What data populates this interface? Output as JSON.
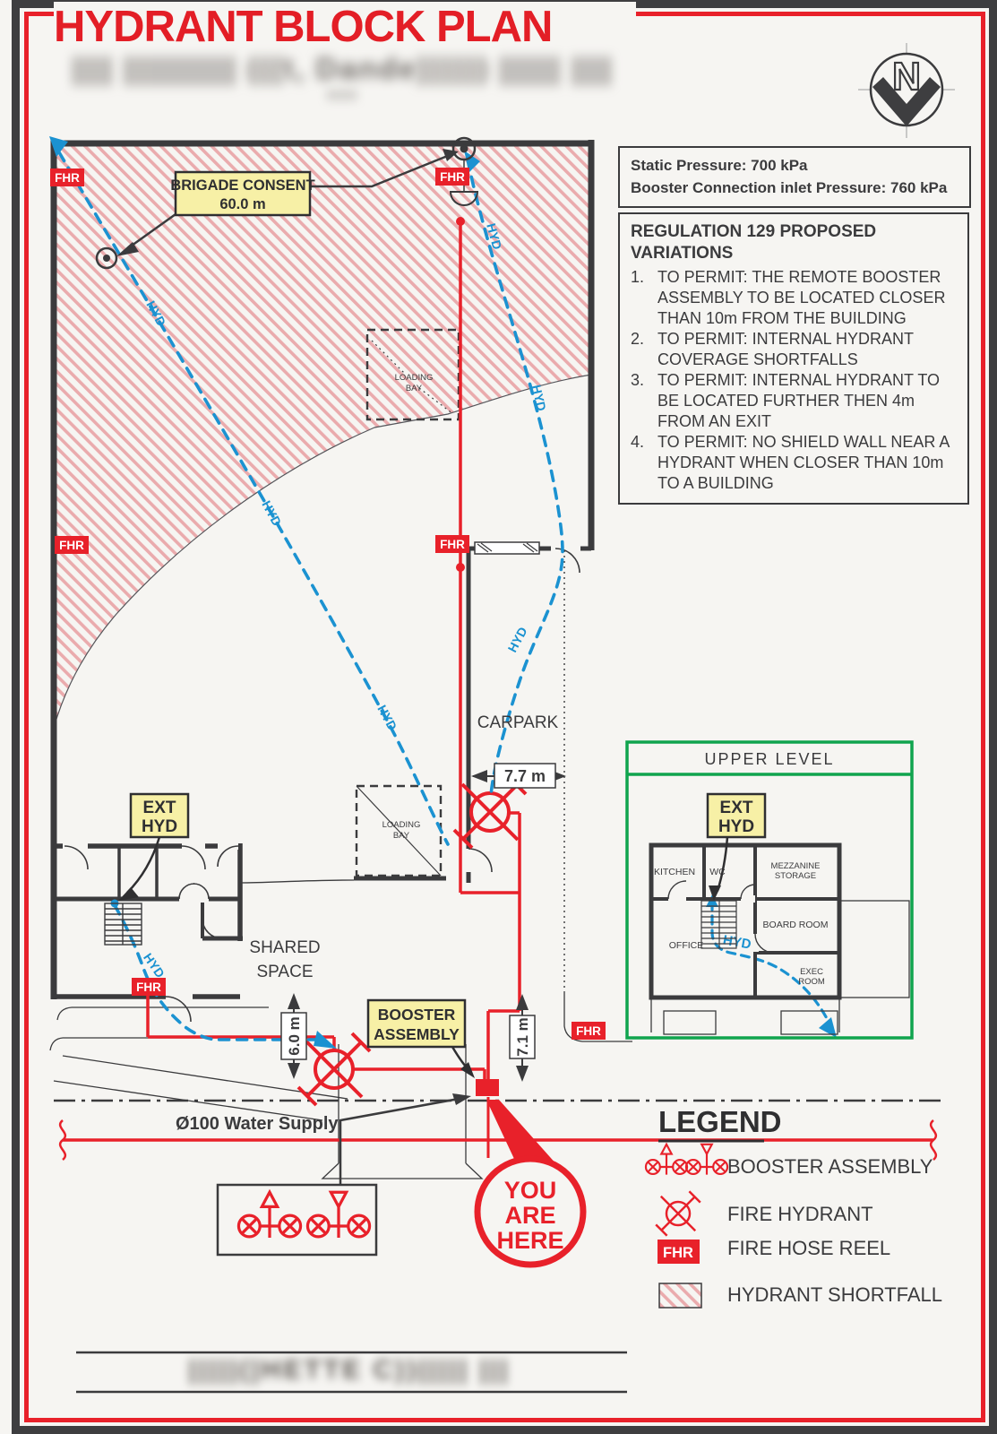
{
  "page": {
    "title": "HYDRANT BLOCK PLAN",
    "redacted_top": "|||| ||||||||||| (((t, Dande)))))) |||||| |||| |||",
    "redacted_bottom": "|||||(|HETTE C))||||| |||"
  },
  "compass": {
    "letter": "N"
  },
  "info_box": {
    "line1": "Static Pressure: 700 kPa",
    "line2": "Booster Connection inlet Pressure: 760 kPa"
  },
  "regulations": {
    "title": "REGULATION 129 PROPOSED VARIATIONS",
    "items": [
      {
        "num": "1.",
        "text": "TO PERMIT: THE REMOTE BOOSTER ASSEMBLY TO BE LOCATED CLOSER THAN 10m FROM THE BUILDING"
      },
      {
        "num": "2.",
        "text": "TO PERMIT: INTERNAL HYDRANT COVERAGE SHORTFALLS"
      },
      {
        "num": "3.",
        "text": "TO PERMIT: INTERNAL HYDRANT TO BE LOCATED FURTHER THEN 4m FROM AN EXIT"
      },
      {
        "num": "4.",
        "text": "TO PERMIT: NO SHIELD WALL NEAR A HYDRANT WHEN CLOSER THAN 10m TO A BUILDING"
      }
    ]
  },
  "plan": {
    "brigade_consent_l1": "BRIGADE CONSENT",
    "brigade_consent_l2": "60.0 m",
    "fhr": "FHR",
    "hyd": "HYD",
    "ext_hyd_l1": "EXT",
    "ext_hyd_l2": "HYD",
    "booster_l1": "BOOSTER",
    "booster_l2": "ASSEMBLY",
    "carpark": "CARPARK",
    "shared_space_l1": "SHARED",
    "shared_space_l2": "SPACE",
    "loading_bay_l1": "LOADING",
    "loading_bay_l2": "BAY",
    "dim_77": "7.7 m",
    "dim_60": "6.0 m",
    "dim_71": "7.1 m",
    "water_supply": "Ø100 Water Supply",
    "you_are_here_l1": "YOU",
    "you_are_here_l2": "ARE",
    "you_are_here_l3": "HERE"
  },
  "upper_level": {
    "title": "UPPER LEVEL",
    "kitchen": "KITCHEN",
    "wc": "WC",
    "mezz_l1": "MEZZANINE",
    "mezz_l2": "STORAGE",
    "board_room": "BOARD ROOM",
    "office": "OFFICE",
    "exec_l1": "EXEC",
    "exec_l2": "ROOM"
  },
  "legend": {
    "title": "LEGEND",
    "booster_label": "BOOSTER ASSEMBLY",
    "hydrant_label": "FIRE HYDRANT",
    "fhr_label": "FIRE HOSE REEL",
    "shortfall_label": "HYDRANT SHORTFALL"
  },
  "colors": {
    "red": "#e8212a",
    "blue": "#1b92d1",
    "dark": "#3b3b3d",
    "yellow": "#f7f0a6",
    "green": "#10a44e",
    "hatch_pink": "#eaabad"
  }
}
